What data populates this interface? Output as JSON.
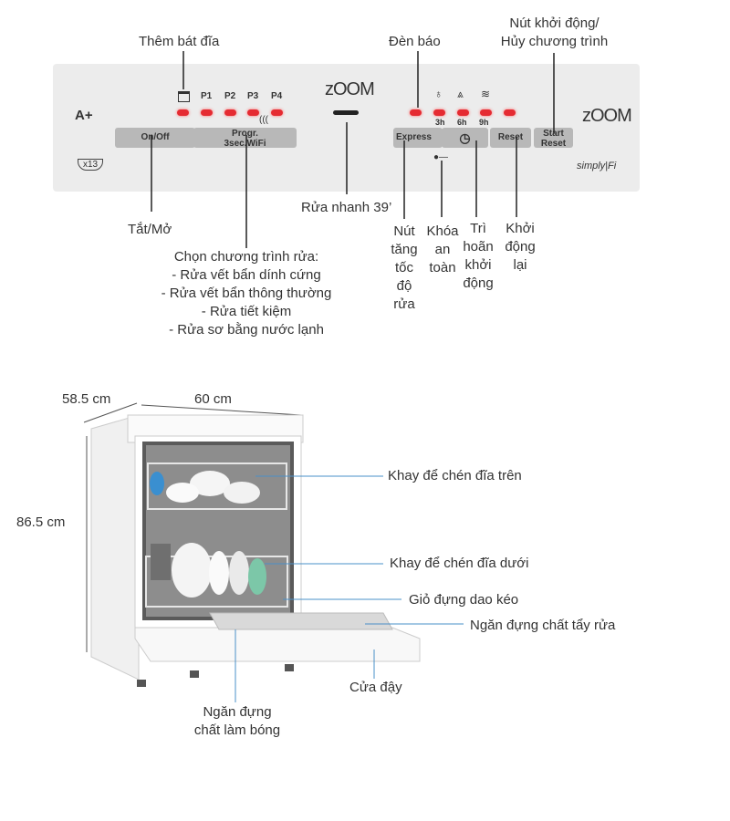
{
  "labels": {
    "them_bat_dia": "Thêm bát đĩa",
    "den_bao": "Đèn báo",
    "nut_khoi_dong_1": "Nút khởi động/",
    "nut_khoi_dong_2": "Hủy chương trình",
    "tat_mo": "Tắt/Mở",
    "rua_nhanh": "Rửa nhanh 39’",
    "nut_tang_toc": [
      "Nút",
      "tăng",
      "tốc",
      "độ",
      "rửa"
    ],
    "khoa_an_toan": [
      "Khóa",
      "an",
      "toàn"
    ],
    "tri_hoan": [
      "Trì",
      "hoãn",
      "khởi",
      "động"
    ],
    "khoi_dong_lai": [
      "Khởi",
      "động",
      "lại"
    ],
    "chon_chuong_trinh": [
      "Chọn chương trình rửa:",
      "- Rửa vết bẩn dính cứng",
      "- Rửa vết bẩn thông thường",
      "- Rửa tiết kiệm",
      "- Rửa sơ bằng nước lạnh"
    ]
  },
  "panel": {
    "programs": [
      "P1",
      "P2",
      "P3",
      "P4"
    ],
    "on_off": "On/Off",
    "progr_line1": "Progr.",
    "progr_line2": "3sec.WiFi",
    "express": "Express",
    "reset": "Reset",
    "start_line1": "Start",
    "start_line2": "Reset",
    "delays": [
      "3h",
      "6h",
      "9h"
    ],
    "brand": "zOOM",
    "capacity": "x13",
    "energy": "A+",
    "simply_fi": "simply|Fi"
  },
  "dimensions": {
    "depth": "58.5 cm",
    "width": "60 cm",
    "height": "86.5 cm"
  },
  "parts": {
    "upper_rack": "Khay để chén đĩa trên",
    "lower_rack": "Khay để chén đĩa dưới",
    "cutlery": "Giỏ đựng dao kéo",
    "detergent": "Ngăn đựng chất tẩy rửa",
    "door": "Cửa đậy",
    "rinse_aid_1": "Ngăn đựng",
    "rinse_aid_2": "chất làm bóng"
  },
  "colors": {
    "led": "#e52b32",
    "panel": "#ececec",
    "button": "#b8b8b8",
    "leader": "#4a90c8"
  }
}
